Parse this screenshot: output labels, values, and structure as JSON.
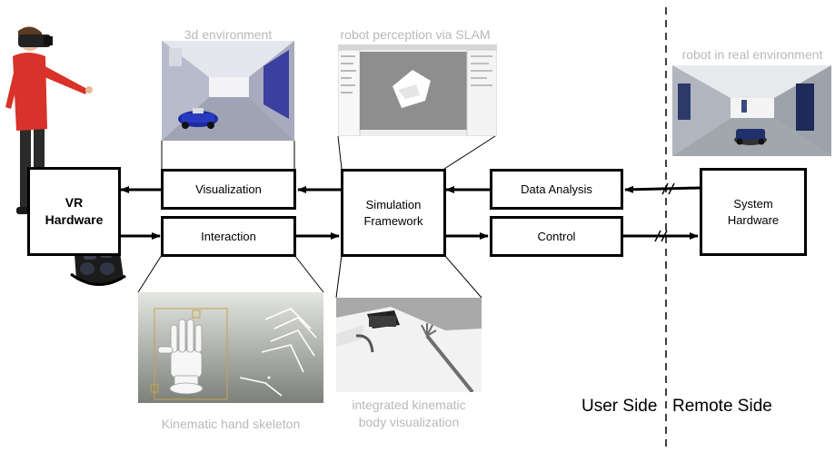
{
  "blocks": {
    "vr_hardware": "VR\nHardware",
    "visualization": "Visualization",
    "interaction": "Interaction",
    "simulation_framework": "Simulation\nFramework",
    "data_analysis": "Data Analysis",
    "control": "Control",
    "system_hardware": "System\nHardware"
  },
  "captions": {
    "env_3d": "3d environment",
    "slam": "robot perception via SLAM",
    "real_env": "robot in real environment",
    "hand_skeleton": "Kinematic hand skeleton",
    "body_vis": "integrated kinematic\nbody visualization"
  },
  "sides": {
    "user": "User Side",
    "remote": "Remote Side"
  },
  "colors": {
    "line": "#000000",
    "caption": "#b9b9b9",
    "person_shirt": "#d8322a"
  }
}
